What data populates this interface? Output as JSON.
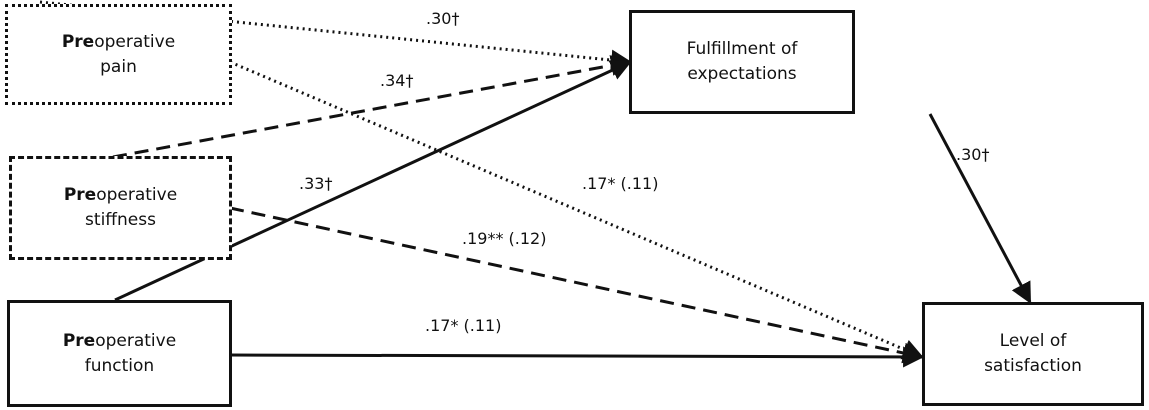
{
  "nodes": {
    "pain": {
      "prefix": "Pre",
      "line1_rest": "operative",
      "line2": "pain"
    },
    "stiffness": {
      "prefix": "Pre",
      "line1_rest": "operative",
      "line2": "stiffness"
    },
    "function": {
      "prefix": "Pre",
      "line1_rest": "operative",
      "line2": "function"
    },
    "fulfillment": {
      "line1": "Fulfillment of",
      "line2": "expectations"
    },
    "satisfaction": {
      "line1": "Level of",
      "line2": "satisfaction"
    }
  },
  "edges": {
    "pain_to_fulfillment": {
      "label": ".30†",
      "style": "dotted"
    },
    "stiffness_to_fulfillment": {
      "label": ".34†",
      "style": "dashed"
    },
    "function_to_fulfillment": {
      "label": ".33†",
      "style": "solid"
    },
    "fulfillment_to_satisfaction": {
      "label": ".30†",
      "style": "solid"
    },
    "pain_to_satisfaction": {
      "label": ".17* (.11)",
      "style": "dotted"
    },
    "stiffness_to_satisfaction": {
      "label": ".19** (.12)",
      "style": "dashed"
    },
    "function_to_satisfaction": {
      "label": ".17* (.11)",
      "style": "solid"
    }
  },
  "colors": {
    "ink": "#111111",
    "background": "#ffffff"
  }
}
